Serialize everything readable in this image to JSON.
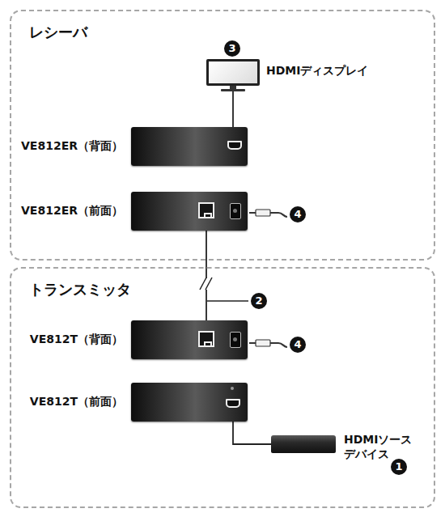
{
  "diagram": {
    "nodes": [
      {
        "text": [
          "レシーバ"
        ]
      },
      {
        "text": [
          "HDMIディスプレイ"
        ],
        "in": 0
      },
      {
        "text": [
          "VE812ER（背面）"
        ],
        "in": 0
      },
      {
        "text": [
          "VE812ER（前面）"
        ],
        "in": 0
      },
      {
        "text": [
          "トランスミッタ"
        ]
      },
      {
        "text": [
          "VE812T（背面）"
        ],
        "in": 4
      },
      {
        "text": [
          "VE812T（前面）"
        ],
        "in": 4
      },
      {
        "text": [
          "HDMIソース デバイス"
        ],
        "in": 4
      }
    ],
    "edges": [
      {
        "from": 1,
        "to": 2,
        "arrow": "none"
      },
      {
        "from": 3,
        "to": 5,
        "arrow": "none"
      },
      {
        "from": 6,
        "to": 7,
        "arrow": "none"
      }
    ],
    "labels": [
      "3",
      "4",
      "2",
      "4",
      "1"
    ]
  }
}
